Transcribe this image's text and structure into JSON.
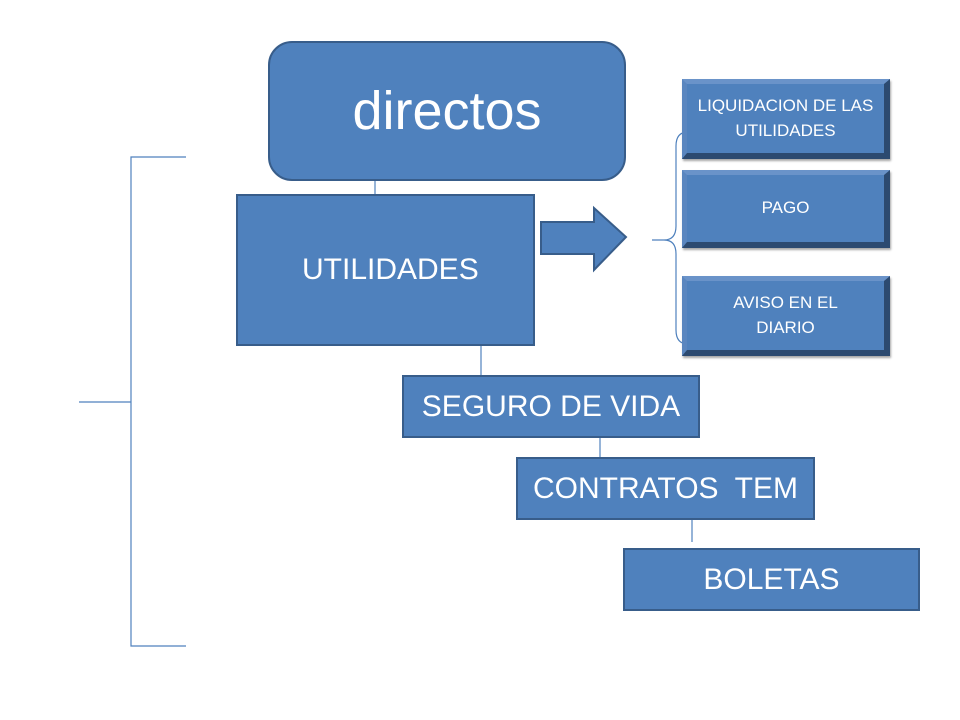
{
  "nodes": {
    "directos": "directos",
    "utilidades": "UTILIDADES",
    "seguro_de_vida": "SEGURO DE VIDA",
    "contratos_tem": "CONTRATOS  TEM",
    "boletas": "BOLETAS",
    "liquidacion": "LIQUIDACION DE LAS UTILIDADES",
    "pago": "PAGO",
    "aviso": "AVISO EN EL DIARIO"
  },
  "colors": {
    "box_fill": "#4f81bd",
    "box_border": "#385d8a",
    "connector": "#4f81bd",
    "text": "#ffffff"
  }
}
